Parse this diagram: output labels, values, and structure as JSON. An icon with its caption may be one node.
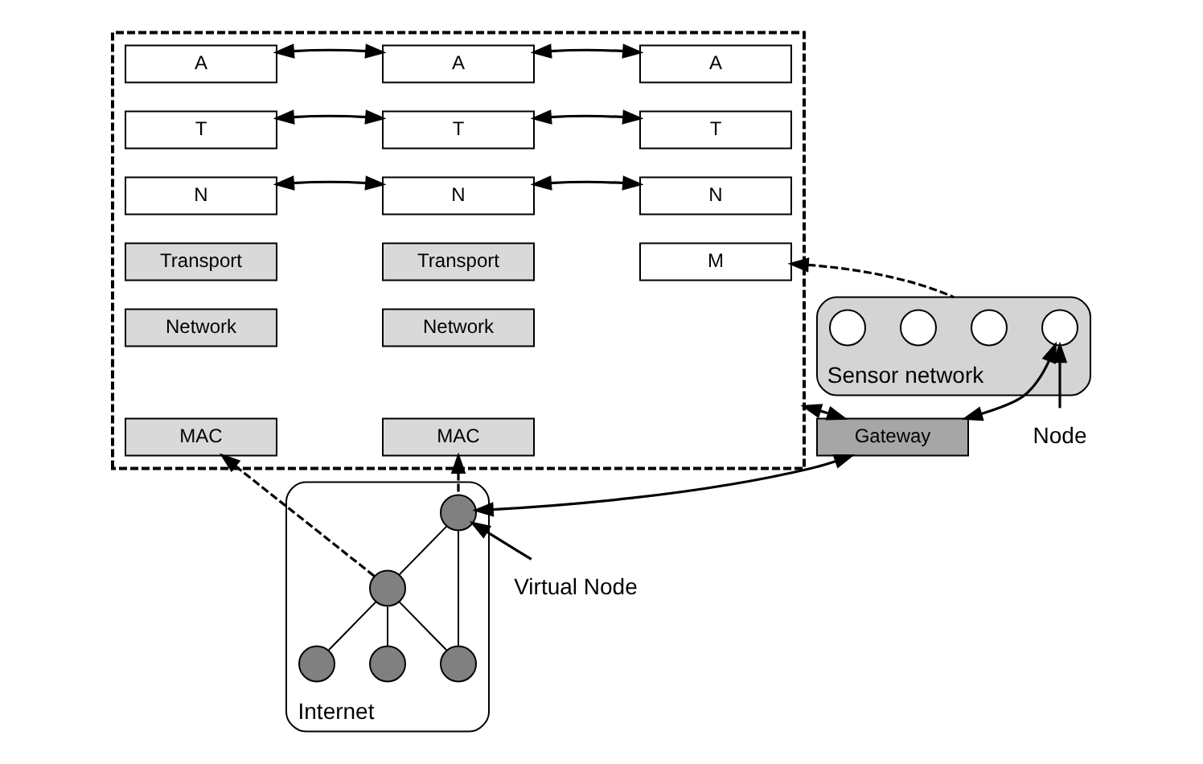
{
  "diagram": {
    "nodes": [
      {
        "text": [],
        "shape": "box"
      },
      {
        "text": [
          "A"
        ],
        "in": 0
      },
      {
        "text": [
          "T"
        ],
        "in": 0
      },
      {
        "text": [
          "N"
        ],
        "in": 0
      },
      {
        "text": [
          "M"
        ],
        "in": 0
      },
      {
        "text": [
          "A"
        ],
        "in": 0
      },
      {
        "text": [
          "T"
        ],
        "in": 0
      },
      {
        "text": [
          "N"
        ],
        "in": 0
      },
      {
        "text": [
          "Transport"
        ],
        "in": 0
      },
      {
        "text": [
          "Network"
        ],
        "in": 0
      },
      {
        "text": [
          "MAC"
        ],
        "in": 0
      },
      {
        "text": [
          "A"
        ],
        "in": 0
      },
      {
        "text": [
          "T"
        ],
        "in": 0
      },
      {
        "text": [
          "N"
        ],
        "in": 0
      },
      {
        "text": [
          "Transport"
        ],
        "in": 0
      },
      {
        "text": [
          "Network"
        ],
        "in": 0
      },
      {
        "text": [
          "MAC"
        ],
        "in": 0
      },
      {
        "text": [
          "Sensor network"
        ]
      },
      {
        "text": [],
        "shape": "circle",
        "in": 17
      },
      {
        "text": [],
        "shape": "circle",
        "in": 17
      },
      {
        "text": [],
        "shape": "circle",
        "in": 17
      },
      {
        "text": [],
        "shape": "circle",
        "in": 17
      },
      {
        "text": [
          "Gateway"
        ]
      },
      {
        "text": [
          "Internet"
        ]
      },
      {
        "text": [],
        "shape": "circle",
        "in": 23
      },
      {
        "text": [],
        "shape": "circle",
        "in": 23
      },
      {
        "text": [],
        "shape": "circle",
        "in": 23
      },
      {
        "text": [],
        "shape": "circle",
        "in": 23
      },
      {
        "text": [],
        "shape": "circle",
        "in": 23
      },
      {
        "text": [
          "Node"
        ]
      },
      {
        "text": [
          "Virtual Node"
        ]
      }
    ],
    "edges": [
      {
        "from": 1,
        "to": 5,
        "arrow": "both"
      },
      {
        "from": 2,
        "to": 6,
        "arrow": "both"
      },
      {
        "from": 3,
        "to": 7,
        "arrow": "both"
      },
      {
        "from": 5,
        "to": 11,
        "arrow": "both"
      },
      {
        "from": 6,
        "to": 12,
        "arrow": "both"
      },
      {
        "from": 7,
        "to": 13,
        "arrow": "both"
      },
      {
        "from": 17,
        "to": 4,
        "arrow": "to",
        "style": "dashed"
      },
      {
        "from": 22,
        "to": 0,
        "arrow": "both",
        "style": "dashed"
      },
      {
        "from": 24,
        "to": 10,
        "arrow": "to",
        "style": "dashed"
      },
      {
        "from": 26,
        "to": 16,
        "arrow": "to",
        "style": "dashed"
      },
      {
        "from": 21,
        "to": 22,
        "arrow": "both"
      },
      {
        "from": 22,
        "to": 24,
        "arrow": "both"
      },
      {
        "from": 29,
        "to": 21,
        "arrow": "to"
      },
      {
        "from": 30,
        "to": 24,
        "arrow": "to"
      },
      {
        "from": 24,
        "to": 26,
        "arrow": "none"
      },
      {
        "from": 24,
        "to": 25,
        "arrow": "none"
      },
      {
        "from": 26,
        "to": 28,
        "arrow": "none"
      },
      {
        "from": 26,
        "to": 27,
        "arrow": "none"
      },
      {
        "from": 26,
        "to": 25,
        "arrow": "none"
      }
    ]
  }
}
